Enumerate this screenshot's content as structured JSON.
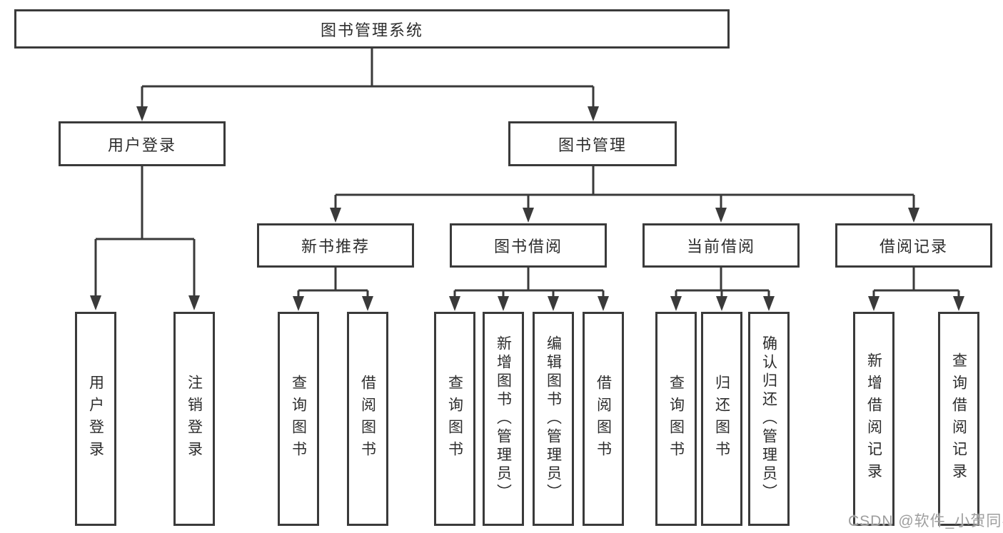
{
  "colors": {
    "line": "#3a3a3a",
    "text": "#2d2d2d",
    "box_bg": "#ffffff",
    "page_bg": "#ffffff",
    "watermark": "#9e9e9e"
  },
  "watermark": "CSDN @软件_小贺同学",
  "tree": {
    "root": {
      "label": "图书管理系统"
    },
    "level2": [
      {
        "label": "用户登录",
        "children": [
          {
            "label": "用户登录"
          },
          {
            "label": "注销登录"
          }
        ]
      },
      {
        "label": "图书管理",
        "sections": [
          {
            "label": "新书推荐",
            "children": [
              {
                "label": "查询图书"
              },
              {
                "label": "借阅图书"
              }
            ]
          },
          {
            "label": "图书借阅",
            "children": [
              {
                "label": "查询图书"
              },
              {
                "label": "新增图书（管理员）"
              },
              {
                "label": "编辑图书（管理员）"
              },
              {
                "label": "借阅图书"
              }
            ]
          },
          {
            "label": "当前借阅",
            "children": [
              {
                "label": "查询图书"
              },
              {
                "label": "归还图书"
              },
              {
                "label": "确认归还（管理员）"
              }
            ]
          },
          {
            "label": "借阅记录",
            "children": [
              {
                "label": "新增借阅记录"
              },
              {
                "label": "查询借阅记录"
              }
            ]
          }
        ]
      }
    ]
  }
}
